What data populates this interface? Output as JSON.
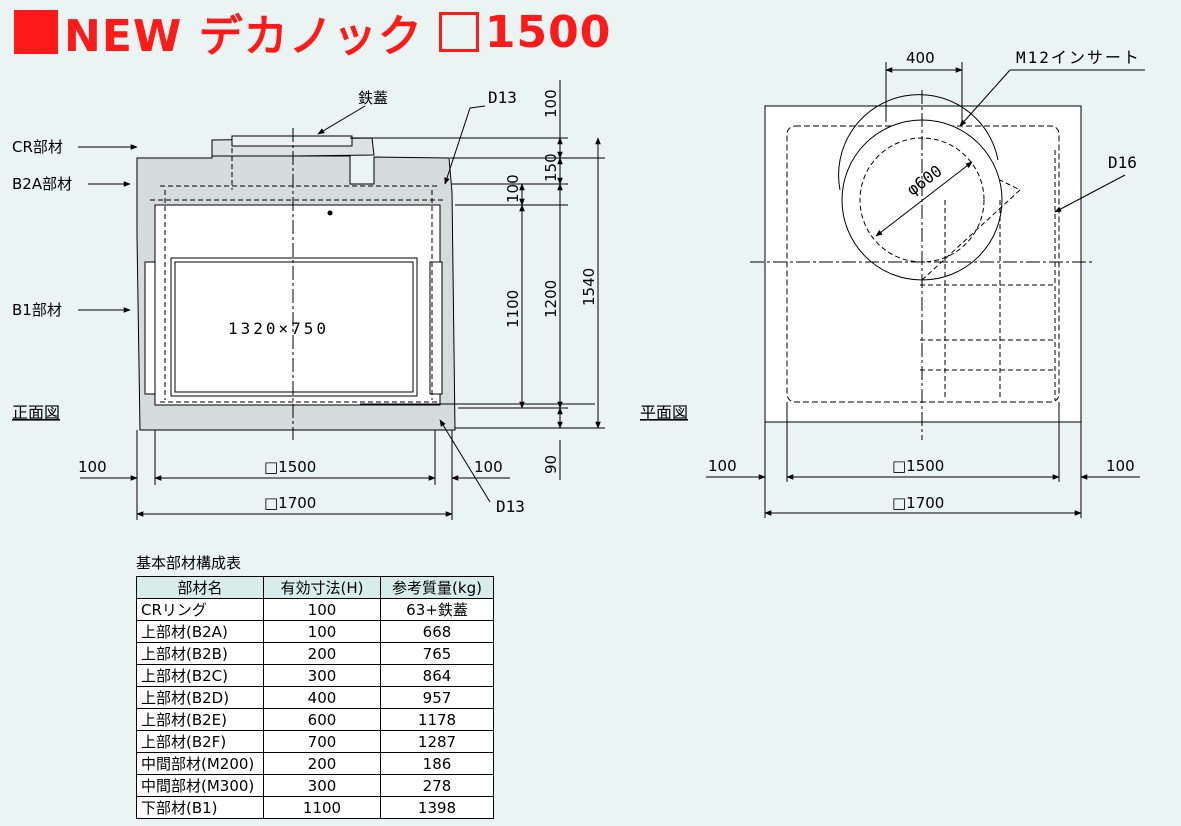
{
  "title": {
    "prefix": "NEW デカノック",
    "size": "1500"
  },
  "front_view": {
    "view_label": "正面図",
    "part_labels": {
      "cr": "CR部材",
      "b2a": "B2A部材",
      "b1": "B1部材",
      "cover": "鉄蓋"
    },
    "rebar_top": "D13",
    "rebar_bottom": "D13",
    "opening": "1320×750",
    "dims_right": {
      "d100a": "100",
      "d150": "150",
      "d100b": "100",
      "d1100": "1100",
      "d1200": "1200",
      "d1540": "1540",
      "d90": "90"
    },
    "dims_bottom": {
      "left": "100",
      "inner": "□1500",
      "right": "100",
      "outer": "□1700"
    }
  },
  "plan_view": {
    "view_label": "平面図",
    "dim_400": "400",
    "insert_label": "M12インサート",
    "rebar": "D16",
    "diameter": "φ600",
    "dims_bottom": {
      "left": "100",
      "inner": "□1500",
      "right": "100",
      "outer": "□1700"
    }
  },
  "table": {
    "title": "基本部材構成表",
    "headers": [
      "部材名",
      "有効寸法(H)",
      "参考質量(kg)"
    ],
    "rows": [
      [
        "CRリング",
        "100",
        "63+鉄蓋"
      ],
      [
        "上部材(B2A)",
        "100",
        "668"
      ],
      [
        "上部材(B2B)",
        "200",
        "765"
      ],
      [
        "上部材(B2C)",
        "300",
        "864"
      ],
      [
        "上部材(B2D)",
        "400",
        "957"
      ],
      [
        "上部材(B2E)",
        "600",
        "1178"
      ],
      [
        "上部材(B2F)",
        "700",
        "1287"
      ],
      [
        "中間部材(M200)",
        "200",
        "186"
      ],
      [
        "中間部材(M300)",
        "300",
        "278"
      ],
      [
        "下部材(B1)",
        "1100",
        "1398"
      ]
    ]
  }
}
